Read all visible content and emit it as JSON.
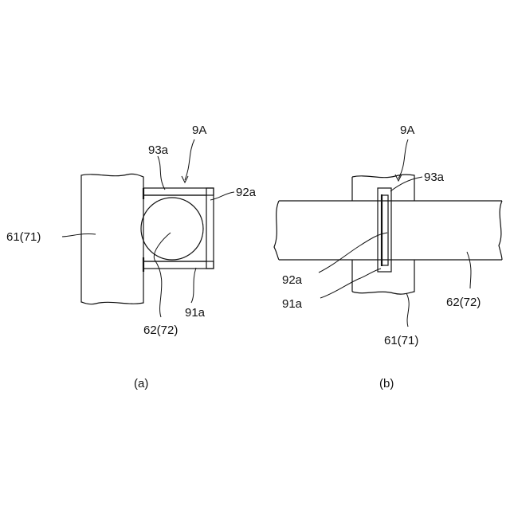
{
  "figure_a": {
    "caption": "(a)",
    "labels": {
      "assembly": "9A",
      "top_plate": "93a",
      "side_plate": "92a",
      "left_member": "61(71)",
      "bottom_plate": "91a",
      "round_member": "62(72)"
    }
  },
  "figure_b": {
    "caption": "(b)",
    "labels": {
      "assembly": "9A",
      "top_plate": "93a",
      "side_plate": "92a",
      "bottom_plate": "91a",
      "vertical_member": "61(71)",
      "horizontal_member": "62(72)"
    }
  }
}
